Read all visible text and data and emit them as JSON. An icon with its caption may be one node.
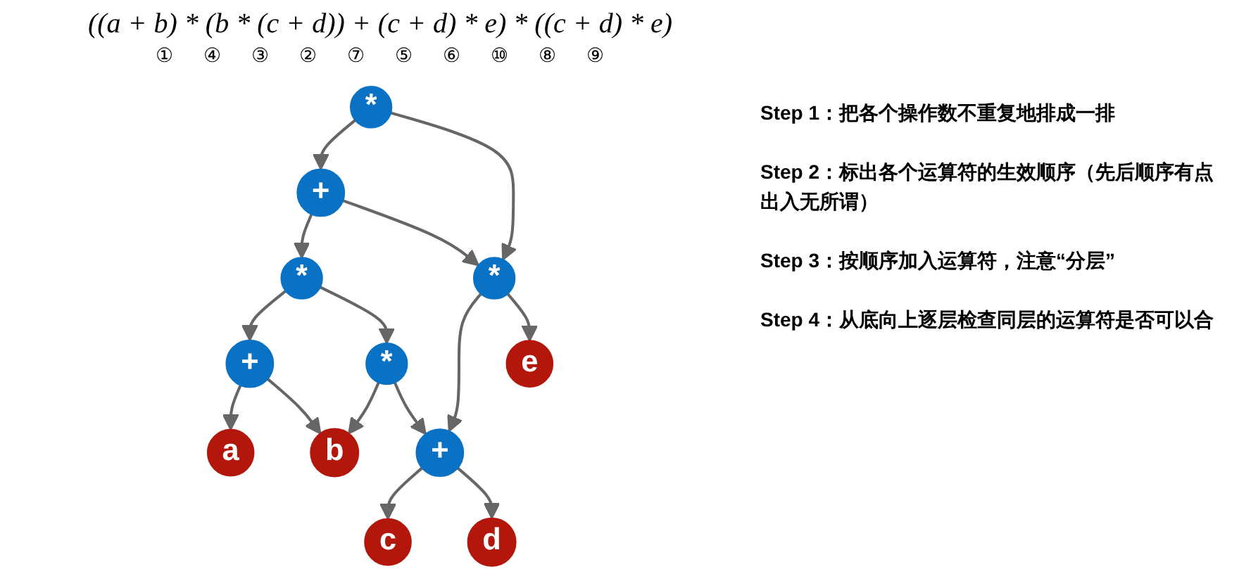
{
  "diagram": {
    "nodes": [
      {
        "text": [
          "*"
        ]
      },
      {
        "text": [
          "+"
        ]
      },
      {
        "text": [
          "*"
        ]
      },
      {
        "text": [
          "*"
        ]
      },
      {
        "text": [
          "*"
        ]
      },
      {
        "text": [
          "+"
        ]
      },
      {
        "text": [
          "+"
        ]
      },
      {
        "text": [
          "a"
        ]
      },
      {
        "text": [
          "b"
        ]
      },
      {
        "text": [
          "c"
        ]
      },
      {
        "text": [
          "d"
        ]
      },
      {
        "text": [
          "e"
        ]
      }
    ],
    "edges": [
      {
        "from": 0,
        "to": 1,
        "arrow": "to"
      },
      {
        "from": 0,
        "to": 4,
        "arrow": "to"
      },
      {
        "from": 1,
        "to": 2,
        "arrow": "to"
      },
      {
        "from": 1,
        "to": 4,
        "arrow": "to"
      },
      {
        "from": 2,
        "to": 5,
        "arrow": "to"
      },
      {
        "from": 2,
        "to": 3,
        "arrow": "to"
      },
      {
        "from": 3,
        "to": 8,
        "arrow": "to"
      },
      {
        "from": 3,
        "to": 6,
        "arrow": "to"
      },
      {
        "from": 4,
        "to": 6,
        "arrow": "to"
      },
      {
        "from": 4,
        "to": 11,
        "arrow": "to"
      },
      {
        "from": 5,
        "to": 7,
        "arrow": "to"
      },
      {
        "from": 5,
        "to": 8,
        "arrow": "to"
      },
      {
        "from": 6,
        "to": 9,
        "arrow": "to"
      },
      {
        "from": 6,
        "to": 10,
        "arrow": "to"
      }
    ],
    "labels": [
      "((a + b) * (b * (c + d)) + (c + d) * e) * ((c + d) * e)",
      "①",
      "④",
      "③",
      "②",
      "⑦",
      "⑤",
      "⑥",
      "⑩",
      "⑧",
      "⑨",
      "Step 1：把各个操作数不重复地排成一排",
      "Step 2：标出各个运算符的生效顺序（先后顺序有点出入无所谓）",
      "Step 3：按顺序加入运算符，注意“分层”",
      "Step 4：从底向上逐层检查同层的运算符是否可以合"
    ]
  }
}
